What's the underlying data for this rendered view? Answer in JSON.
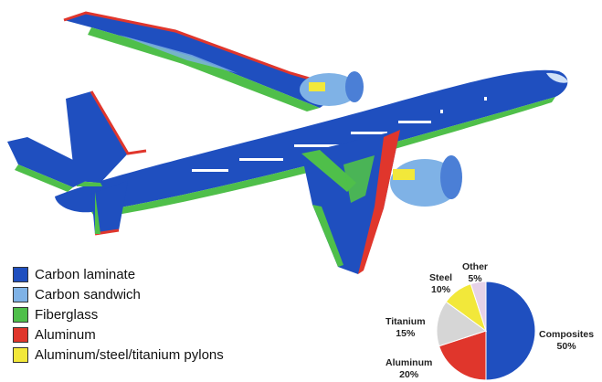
{
  "colors": {
    "carbon_laminate": "#1f4fbf",
    "carbon_sandwich": "#7fb2e6",
    "fiberglass": "#4fbf4a",
    "aluminum": "#e0362c",
    "pylons": "#f2e83a",
    "other": "#e6d2e8",
    "titanium_gray": "#d6d6d6"
  },
  "legend": [
    {
      "label": "Carbon laminate",
      "color": "#1f4fbf"
    },
    {
      "label": "Carbon sandwich",
      "color": "#7fb2e6"
    },
    {
      "label": "Fiberglass",
      "color": "#4fbf4a"
    },
    {
      "label": "Aluminum",
      "color": "#e0362c"
    },
    {
      "label": "Aluminum/steel/titanium pylons",
      "color": "#f2e83a"
    }
  ],
  "chart_data": {
    "type": "pie",
    "slices": [
      {
        "name": "Composites",
        "value": 50,
        "label": "50%",
        "color": "#1f4fbf"
      },
      {
        "name": "Aluminum",
        "value": 20,
        "label": "20%",
        "color": "#e0362c"
      },
      {
        "name": "Titanium",
        "value": 15,
        "label": "15%",
        "color": "#d6d6d6"
      },
      {
        "name": "Steel",
        "value": 10,
        "label": "10%",
        "color": "#f2e83a"
      },
      {
        "name": "Other",
        "value": 5,
        "label": "5%",
        "color": "#e6d2e8"
      }
    ]
  }
}
